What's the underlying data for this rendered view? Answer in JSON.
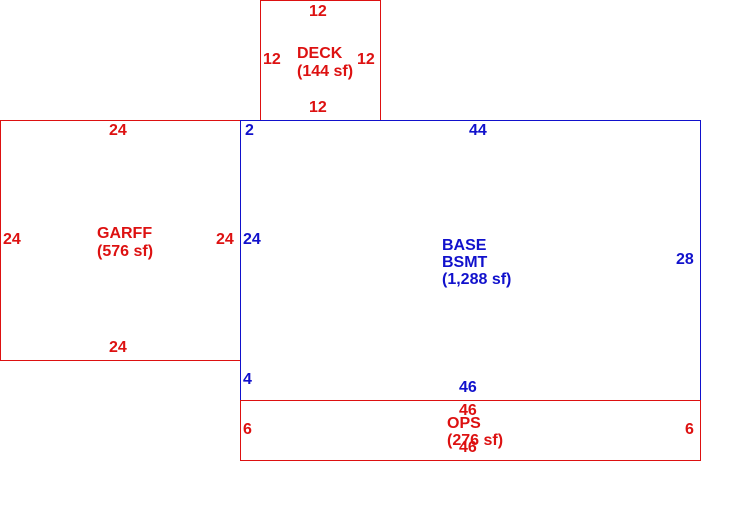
{
  "colors": {
    "red": "#dd1111",
    "blue": "#1111cc"
  },
  "areas": {
    "deck": {
      "name": "DECK",
      "area": "(144 sf)",
      "top": "12",
      "bottom": "12",
      "left": "12",
      "right": "12"
    },
    "garff": {
      "name": "GARFF",
      "area": "(576 sf)",
      "top": "24",
      "bottom": "24",
      "left": "24",
      "right": "24"
    },
    "base": {
      "name_line1": "BASE",
      "name_line2": "BSMT",
      "area": "(1,288 sf)",
      "top": "44",
      "top_left": "2",
      "left": "24",
      "right": "28",
      "bottom_left": "4",
      "bottom": "46"
    },
    "ops": {
      "name": "OPS",
      "area": "(276 sf)",
      "top": "46",
      "bottom": "46",
      "left": "6",
      "right": "6"
    }
  }
}
